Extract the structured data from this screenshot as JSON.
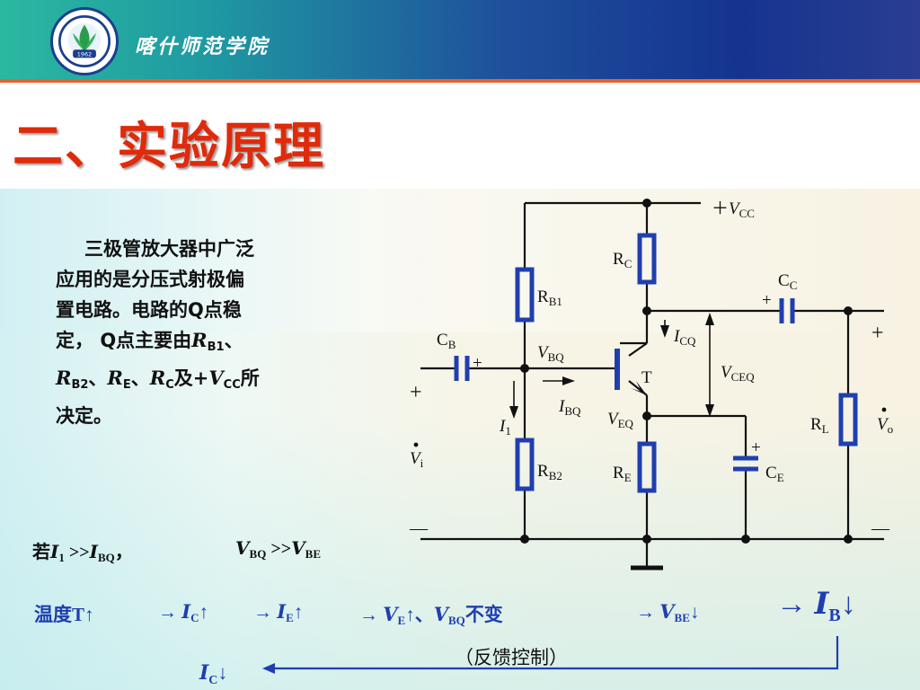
{
  "header": {
    "school_name": "喀什师范学院",
    "logo_year": "1962"
  },
  "title": "二、实验原理",
  "intro": {
    "line1": "三极管放大器中广泛",
    "line2": "应用的是分压式射极偏",
    "line3_a": "置电路。电路的",
    "line3_q": "Q",
    "line3_b": "点稳",
    "line4_a": "定，",
    "line4_q": "Q",
    "line4_b": "点主要由",
    "r": "R",
    "b1": "B1",
    "b2": "B2",
    "e": "E",
    "c": "C",
    "sep": "、",
    "and": "及",
    "plus_v": "+V",
    "cc": "CC",
    "line5_end": "所",
    "line6": "决定。"
  },
  "circuit": {
    "vcc_plus": "＋",
    "vcc": "V",
    "vcc_sub": "CC",
    "rc": "R",
    "rc_sub": "C",
    "rb1": "R",
    "rb1_sub": "B1",
    "rb2": "R",
    "rb2_sub": "B2",
    "re": "R",
    "re_sub": "E",
    "rl": "R",
    "rl_sub": "L",
    "cb": "C",
    "cb_sub": "B",
    "cc_cap": "C",
    "cc_cap_sub": "C",
    "ce": "C",
    "ce_sub": "E",
    "plus": "+",
    "transistor": "T",
    "vbq": "V",
    "vbq_sub": "BQ",
    "ibq": "I",
    "ibq_sub": "BQ",
    "icq": "I",
    "icq_sub": "CQ",
    "veq": "V",
    "veq_sub": "EQ",
    "vceq": "V",
    "vceq_sub": "CEQ",
    "i1": "I",
    "i1_sub": "1",
    "vi": "V",
    "vi_sub": "i",
    "vo": "V",
    "vo_sub": "o",
    "in_plus": "+",
    "in_minus": "—",
    "out_plus": "+",
    "out_minus": "—"
  },
  "condition": {
    "ruo": "若",
    "i1": "I",
    "i1_sub": "1",
    "gg": " >>",
    "ibq": "I",
    "ibq_sub": "BQ",
    "comma": "，",
    "vbq": "V",
    "vbq_sub": "BQ",
    "gg2": " >>",
    "vbe": "V",
    "vbe_sub": "BE"
  },
  "chain": {
    "temp": "温度T↑",
    "arrow": "→ ",
    "ic": "I",
    "ic_sub": "C",
    "ie": "I",
    "ie_sub": "E",
    "ve": "V",
    "ve_sub": "E",
    "up": "↑",
    "down": "↓",
    "sep": "、",
    "vbq": "V",
    "vbq_sub": "BQ",
    "unchanged": "不变",
    "vbe": "V",
    "vbe_sub": "BE",
    "ib_arrow": "→",
    "ib": "I",
    "ib_sub": "B",
    "feedback": "（反馈控制）",
    "ic2": "I",
    "ic2_sub": "C"
  }
}
